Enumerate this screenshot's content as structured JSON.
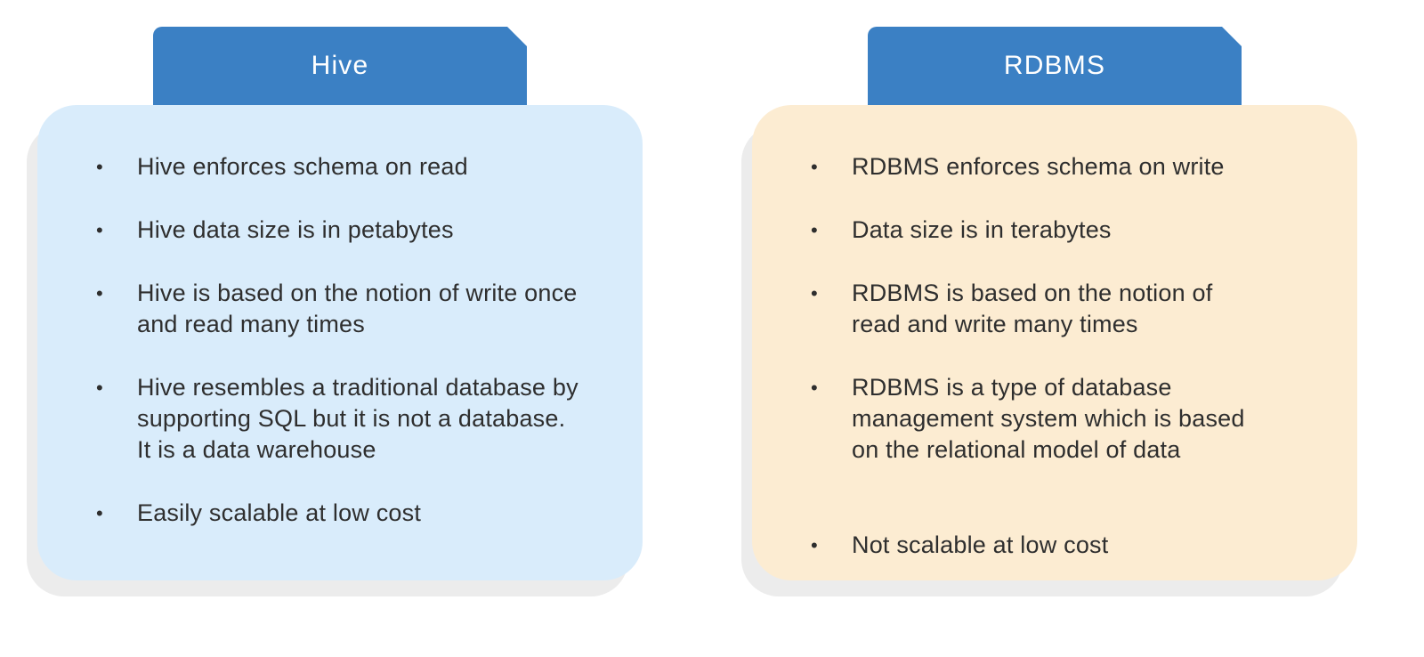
{
  "colors": {
    "header_blue": "#3b80c4",
    "hive_body": "#d9ecfb",
    "rdbms_body": "#fcecd2",
    "shadow": "#ececec",
    "title_text": "#ffffff",
    "body_text": "#2e2e2e"
  },
  "cards": [
    {
      "title": "Hive",
      "bullets": [
        "Hive enforces schema on read",
        "Hive data size is in petabytes",
        "Hive is based on the notion of write once and read many times",
        "Hive resembles a traditional database by supporting SQL but it is not a database. It is a data warehouse",
        "Easily scalable at low cost"
      ]
    },
    {
      "title": "RDBMS",
      "bullets": [
        "RDBMS enforces schema on write",
        "Data size is in terabytes",
        "RDBMS is based on the notion of read and write many times",
        "RDBMS is a type of database management system which is based on the relational model of data",
        "Not scalable at low cost"
      ]
    }
  ]
}
